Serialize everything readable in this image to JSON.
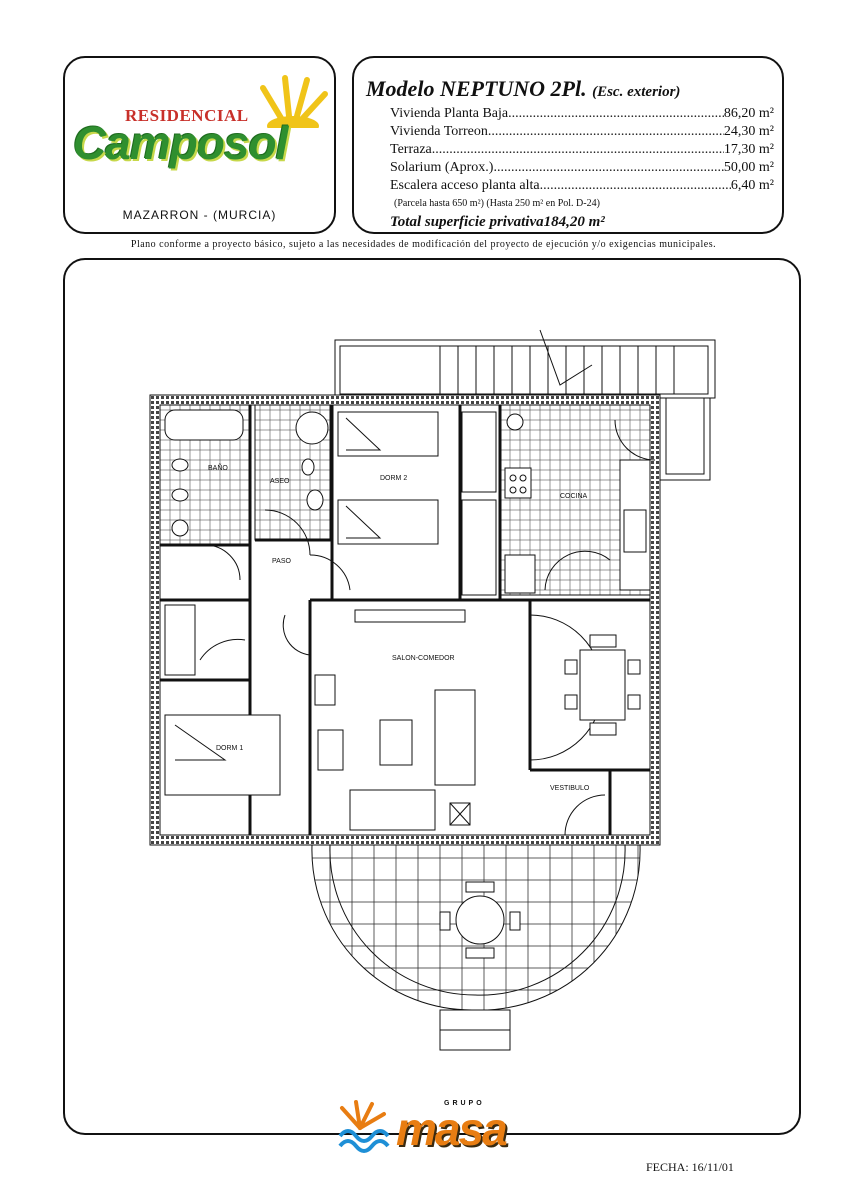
{
  "logo": {
    "brand_top": "RESIDENCIAL",
    "brand_main": "Camposol",
    "location": "MAZARRON - (MURCIA)"
  },
  "info": {
    "title": "Modelo NEPTUNO 2Pl.",
    "title_note": "(Esc. exterior)",
    "lines": [
      {
        "label": "Vivienda Planta Baja",
        "value": "86,20 m²"
      },
      {
        "label": "Vivienda Torreon ",
        "value": "24,30 m²"
      },
      {
        "label": "Terraza",
        "value": "17,30 m²"
      },
      {
        "label": "Solarium (Aprox.) ",
        "value": "50,00 m²"
      },
      {
        "label": "Escalera acceso planta alta ",
        "value": "6,40 m²"
      }
    ],
    "note": "(Parcela hasta 650 m²) (Hasta 250 m² en Pol. D-24)",
    "total_label": "Total superficie privativa",
    "total_value": "184,20 m²"
  },
  "disclaimer": "Plano conforme a proyecto básico, sujeto a las necesidades de modificación del proyecto de ejecución y/o exigencias municipales.",
  "rooms": {
    "bano": "BAÑO",
    "aseo": "ASEO",
    "dorm2": "DORM 2",
    "cocina": "COCINA",
    "paso": "PASO",
    "salon": "SALON-COMEDOR",
    "dorm1": "DORM 1",
    "vestibulo": "VESTIBULO"
  },
  "footer": {
    "grupo": "GRUPO",
    "brand": "masa",
    "fecha": "FECHA: 16/11/01"
  },
  "colors": {
    "brand_green": "#2f8f2f",
    "brand_red": "#c8302a",
    "brand_sun": "#f0c419",
    "masa_orange": "#e87d12",
    "masa_blue": "#1e8fd6"
  }
}
